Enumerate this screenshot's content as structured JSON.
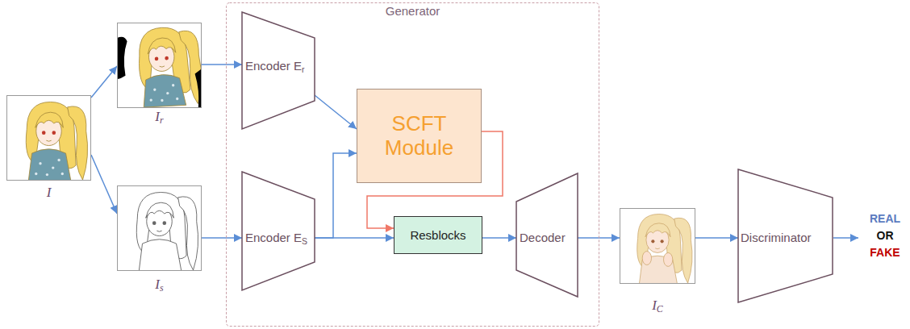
{
  "diagram": {
    "nodes": [
      {
        "text": [
          "I"
        ]
      },
      {
        "text": [
          "Ir"
        ]
      },
      {
        "text": [
          "Is"
        ]
      },
      {
        "text": [
          "Generator"
        ]
      },
      {
        "text": [
          "Encoder Er"
        ],
        "in": 3
      },
      {
        "text": [
          "Encoder ES"
        ],
        "in": 3
      },
      {
        "text": [
          "SCFT Module"
        ],
        "in": 3
      },
      {
        "text": [
          "Resblocks"
        ],
        "in": 3
      },
      {
        "text": [
          "Decoder"
        ],
        "in": 3
      },
      {
        "text": [
          "IC"
        ]
      },
      {
        "text": [
          "Discriminator"
        ]
      }
    ],
    "edges": [
      {
        "from": 0,
        "to": 1,
        "arrow": "to"
      },
      {
        "from": 0,
        "to": 2,
        "arrow": "to"
      },
      {
        "from": 1,
        "to": 4,
        "arrow": "to"
      },
      {
        "from": 2,
        "to": 5,
        "arrow": "to"
      },
      {
        "from": 4,
        "to": 6,
        "arrow": "to"
      },
      {
        "from": 5,
        "to": 6,
        "arrow": "to"
      },
      {
        "from": 5,
        "to": 7,
        "arrow": "to"
      },
      {
        "from": 6,
        "to": 7,
        "arrow": "to"
      },
      {
        "from": 7,
        "to": 8,
        "arrow": "to"
      },
      {
        "from": 8,
        "to": 9,
        "arrow": "to"
      },
      {
        "from": 9,
        "to": 10,
        "arrow": "to"
      }
    ],
    "labels": [
      "REAL",
      "OR",
      "FAKE"
    ]
  }
}
